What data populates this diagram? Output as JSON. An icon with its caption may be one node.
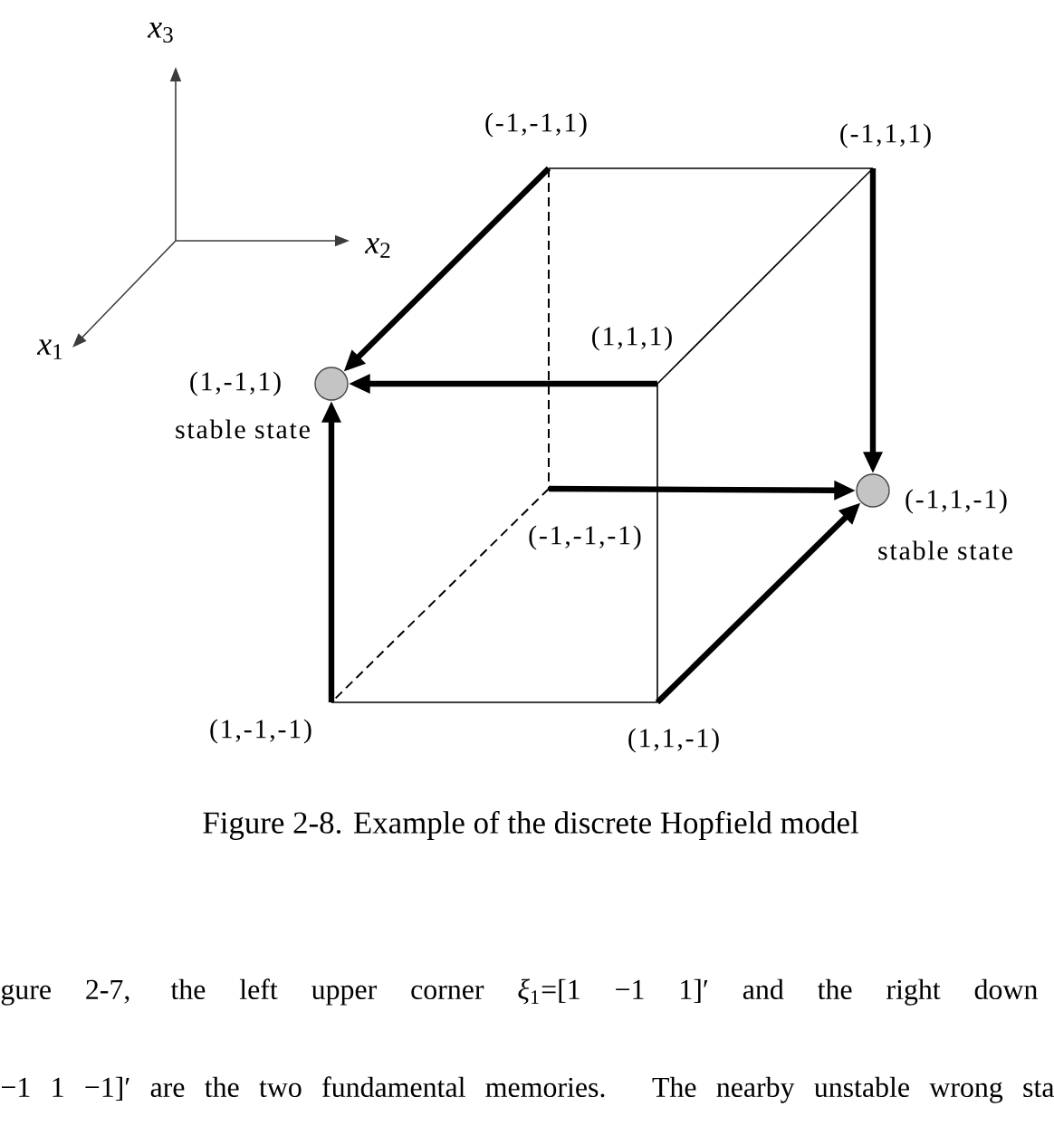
{
  "diagram": {
    "caption": "Figure 2-8. Example of the discrete Hopfield model",
    "nodes": [
      {
        "text": [
          "(-1,-1,1)"
        ]
      },
      {
        "text": [
          "(-1,1,1)"
        ]
      },
      {
        "text": [
          "(1,1,1)"
        ]
      },
      {
        "text": [],
        "shape": "circle",
        "beside": [
          "(1,-1,1)",
          "stable state"
        ]
      },
      {
        "text": [
          "(-1,-1,-1)"
        ]
      },
      {
        "text": [],
        "shape": "circle",
        "beside": [
          "(-1,1,-1)",
          "stable state"
        ]
      },
      {
        "text": [
          "(1,-1,-1)"
        ]
      },
      {
        "text": [
          "(1,1,-1)"
        ]
      }
    ],
    "edges": [
      {
        "from": 0,
        "to": 1,
        "arrow": "none"
      },
      {
        "from": 0,
        "to": 4,
        "arrow": "none",
        "style": "dashed"
      },
      {
        "from": 0,
        "to": 3,
        "arrow": "to",
        "style": "thick"
      },
      {
        "from": 1,
        "to": 2,
        "arrow": "none"
      },
      {
        "from": 1,
        "to": 5,
        "arrow": "to",
        "style": "thick"
      },
      {
        "from": 2,
        "to": 3,
        "arrow": "to",
        "style": "thick"
      },
      {
        "from": 2,
        "to": 7,
        "arrow": "none"
      },
      {
        "from": 4,
        "to": 5,
        "arrow": "to",
        "style": "thick"
      },
      {
        "from": 4,
        "to": 6,
        "arrow": "none",
        "style": "dashed"
      },
      {
        "from": 6,
        "to": 3,
        "arrow": "to",
        "style": "thick"
      },
      {
        "from": 6,
        "to": 7,
        "arrow": "none"
      },
      {
        "from": 7,
        "to": 5,
        "arrow": "to",
        "style": "thick"
      }
    ],
    "labels": [
      "*x*$_{3}$",
      "*x*$_{2}$",
      "*x*$_{1}$",
      "gure 2-7, the left upper corner *ξ*$_{1}$=[1 −1 1]′ and the right down",
      "−1 1 −1]′ are the two fundamental memories. The nearby unstable wrong sta"
    ]
  }
}
